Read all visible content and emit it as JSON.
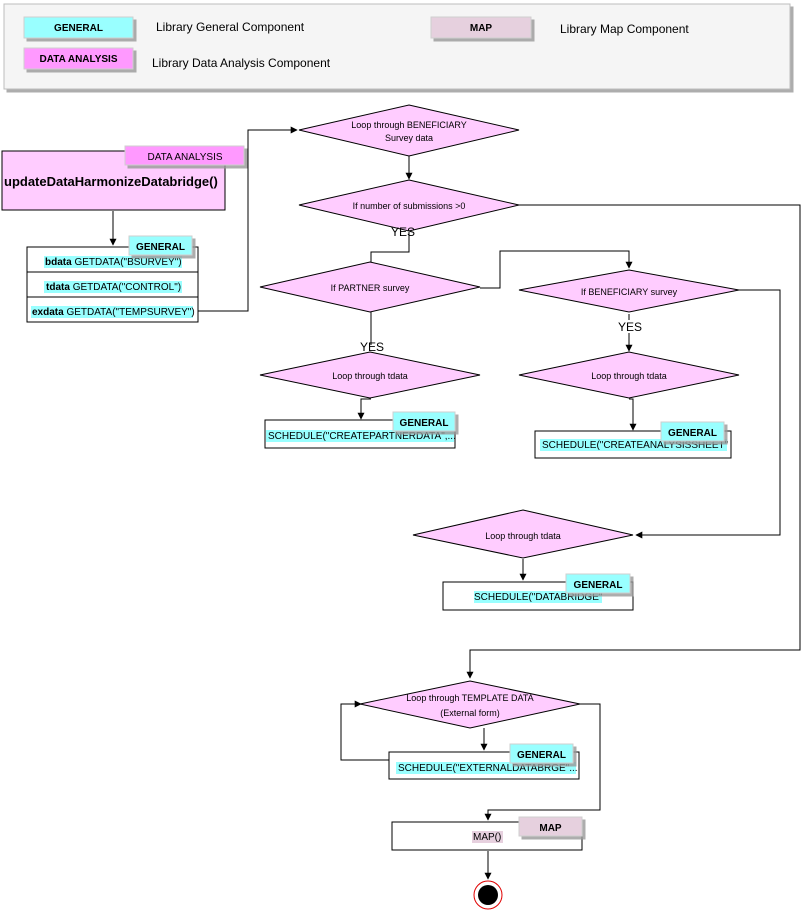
{
  "legend": {
    "general_tag": "GENERAL",
    "general_desc": "Library General Component",
    "map_tag": "MAP",
    "map_desc": "Library Map Component",
    "data_analysis_tag": "DATA ANALYSIS",
    "data_analysis_desc": "Library Data Analysis Component"
  },
  "colors": {
    "general": "#99ffff",
    "map": "#e6d0de",
    "data_analysis": "#ff99ff",
    "decision": "#ffccff",
    "func_box": "#ffccff"
  },
  "main": {
    "function_name": "updateDataHarmonizeDatabridge()",
    "function_tag": "DATA ANALYSIS",
    "getdata_tag": "GENERAL",
    "rows": [
      {
        "var": "bdata",
        "call": "GETDATA(\"BSURVEY\")"
      },
      {
        "var": "tdata",
        "call": "GETDATA(\"CONTROL\")"
      },
      {
        "var": "exdata",
        "call": "GETDATA(\"TEMPSURVEY\")"
      }
    ]
  },
  "flow": {
    "loop_beneficiary_l1": "Loop through BENEFICIARY",
    "loop_beneficiary_l2": "Survey data",
    "if_submissions": "If number of submissions >0",
    "yes1": "YES",
    "if_partner": "If PARTNER survey",
    "if_beneficiary": "If BENEFICIARY survey",
    "yes2": "YES",
    "yes3": "YES",
    "loop_tdata_left": "Loop through tdata",
    "loop_tdata_right": "Loop through tdata",
    "schedule_partner_tag": "GENERAL",
    "schedule_partner": "SCHEDULE(\"CREATEPARTNERDATA\",...",
    "schedule_analysis_tag": "GENERAL",
    "schedule_analysis": "SCHEDULE(\"CREATEANALYSISSHEET\"",
    "loop_tdata_mid": "Loop through tdata",
    "schedule_databridge_tag": "GENERAL",
    "schedule_databridge": "SCHEDULE(\"DATABRIDGE\"",
    "loop_template_l1": "Loop through TEMPLATE DATA",
    "loop_template_l2": "(External form)",
    "schedule_external_tag": "GENERAL",
    "schedule_external": "SCHEDULE(\"EXTERNALDATABRGE\"...",
    "map_tag": "MAP",
    "map_call": "MAP()"
  }
}
